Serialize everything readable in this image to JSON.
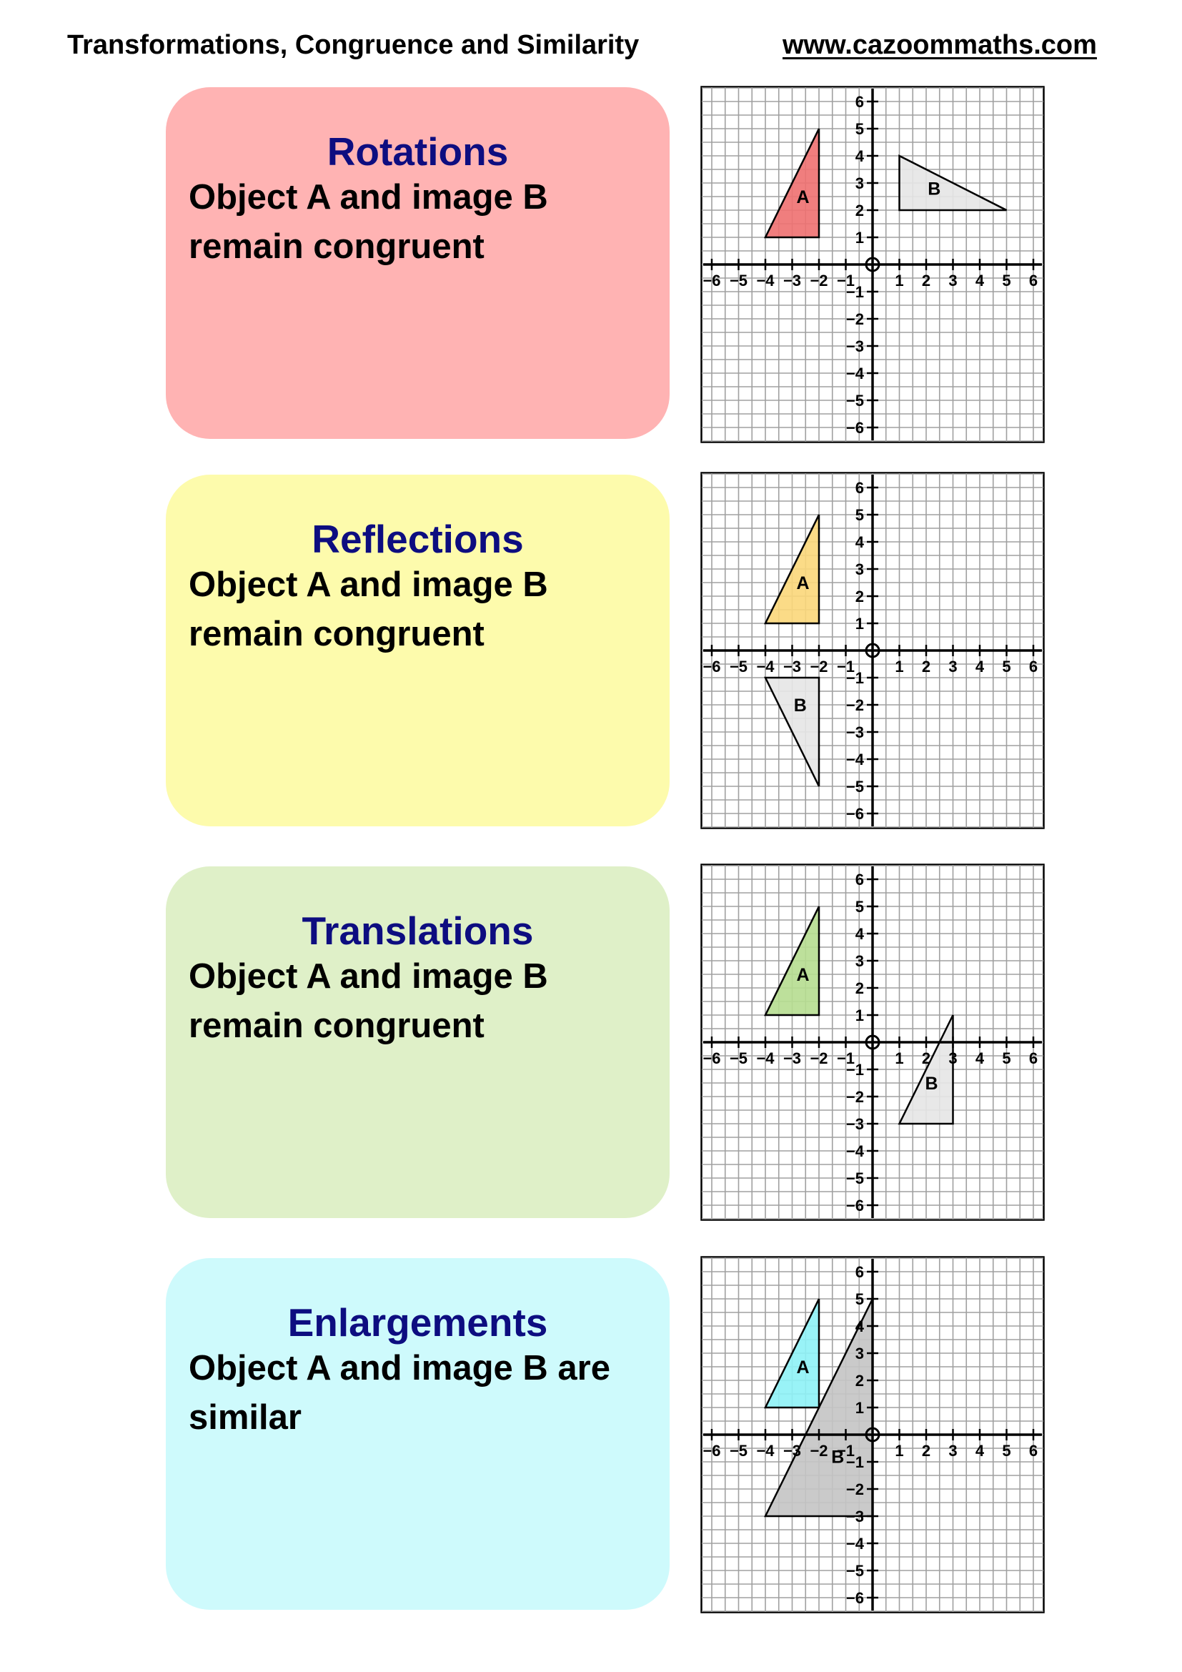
{
  "header": {
    "title": "Transformations, Congruence and Similarity",
    "url": "www.cazoommaths.com"
  },
  "cards": [
    {
      "title": "Rotations",
      "body_line1": "Object A and image B",
      "body_line2": "remain congruent",
      "bg_color": "#ffb3b3"
    },
    {
      "title": "Reflections",
      "body_line1": "Object A and image B",
      "body_line2": "remain congruent",
      "bg_color": "#fdfbac"
    },
    {
      "title": "Translations",
      "body_line1": "Object A and image B",
      "body_line2": "remain congruent",
      "bg_color": "#dff0c8"
    },
    {
      "title": "Enlargements",
      "body_line1": "Object A and image B are",
      "body_line2": "similar",
      "bg_color": "#cefafc"
    }
  ],
  "axis_labels": {
    "x": [
      "−6",
      "−5",
      "−4",
      "−3",
      "−2",
      "−1",
      "1",
      "2",
      "3",
      "4",
      "5",
      "6"
    ],
    "y": [
      "6",
      "5",
      "4",
      "3",
      "2",
      "1",
      "−1",
      "−2",
      "−3",
      "−4",
      "−5",
      "−6"
    ]
  },
  "grids": [
    {
      "shapes": [
        {
          "label": "A",
          "points": [
            [
              -4,
              1
            ],
            [
              -2,
              1
            ],
            [
              -2,
              5
            ]
          ],
          "fill": "#ee7070",
          "label_at": [
            -2.6,
            2.5
          ]
        },
        {
          "label": "B",
          "points": [
            [
              1,
              2
            ],
            [
              1,
              4
            ],
            [
              5,
              2
            ]
          ],
          "fill": "#e6e6e6",
          "label_at": [
            2.3,
            2.8
          ]
        }
      ]
    },
    {
      "shapes": [
        {
          "label": "A",
          "points": [
            [
              -4,
              1
            ],
            [
              -2,
              1
            ],
            [
              -2,
              5
            ]
          ],
          "fill": "#fbd77a",
          "label_at": [
            -2.6,
            2.5
          ]
        },
        {
          "label": "B",
          "points": [
            [
              -4,
              -1
            ],
            [
              -2,
              -1
            ],
            [
              -2,
              -5
            ]
          ],
          "fill": "#e6e6e6",
          "label_at": [
            -2.7,
            -2
          ]
        }
      ]
    },
    {
      "shapes": [
        {
          "label": "A",
          "points": [
            [
              -4,
              1
            ],
            [
              -2,
              1
            ],
            [
              -2,
              5
            ]
          ],
          "fill": "#b6dd90",
          "label_at": [
            -2.6,
            2.5
          ]
        },
        {
          "label": "B",
          "points": [
            [
              1,
              -3
            ],
            [
              3,
              -3
            ],
            [
              3,
              1
            ]
          ],
          "fill": "#e6e6e6",
          "label_at": [
            2.2,
            -1.5
          ]
        }
      ]
    },
    {
      "shapes": [
        {
          "label": "B",
          "points": [
            [
              -4,
              -3
            ],
            [
              0,
              -3
            ],
            [
              0,
              5
            ]
          ],
          "fill": "#c4c4c4",
          "label_at": [
            -1.3,
            -0.8
          ]
        },
        {
          "label": "A",
          "points": [
            [
              -4,
              1
            ],
            [
              -2,
              1
            ],
            [
              -2,
              5
            ]
          ],
          "fill": "#8ef2f6",
          "label_at": [
            -2.6,
            2.5
          ]
        }
      ]
    }
  ]
}
